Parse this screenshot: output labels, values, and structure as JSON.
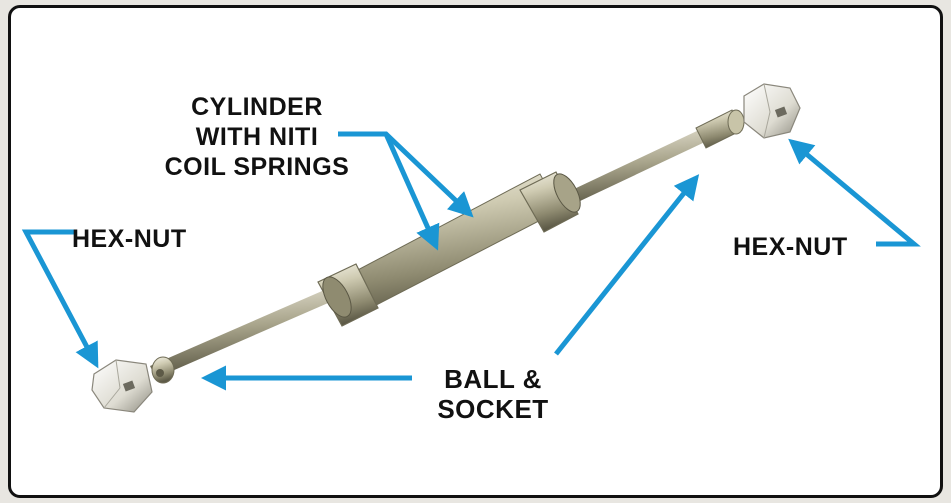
{
  "labels": {
    "cylinder_line1": "CYLINDER",
    "cylinder_line2": "WITH NITI",
    "cylinder_line3": "COIL SPRINGS",
    "hex_nut_left": "HEX-NUT",
    "hex_nut_right": "HEX-NUT",
    "ball_line1": "BALL &",
    "ball_line2": "SOCKET"
  },
  "colors": {
    "arrow": "#1a96d4",
    "frame": "#111111",
    "metal": "#b8b59a"
  }
}
